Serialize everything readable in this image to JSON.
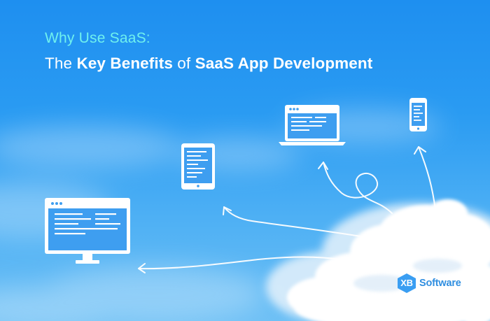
{
  "title": {
    "line1": "Why Use SaaS:",
    "line2_parts": [
      "The ",
      "Key Benefits",
      " of ",
      "SaaS App Development"
    ]
  },
  "logo": {
    "badge": "XB",
    "word": "Software"
  },
  "colors": {
    "sky_top": "#1e8ff0",
    "sky_bottom": "#6ec0f5",
    "subtitle": "#6ff0ee",
    "headline": "#ffffff",
    "logo_blue": "#2f8ee0"
  },
  "icons": [
    "desktop-monitor-icon",
    "tablet-icon",
    "laptop-icon",
    "smartphone-icon",
    "arrow-icon",
    "cloud"
  ]
}
